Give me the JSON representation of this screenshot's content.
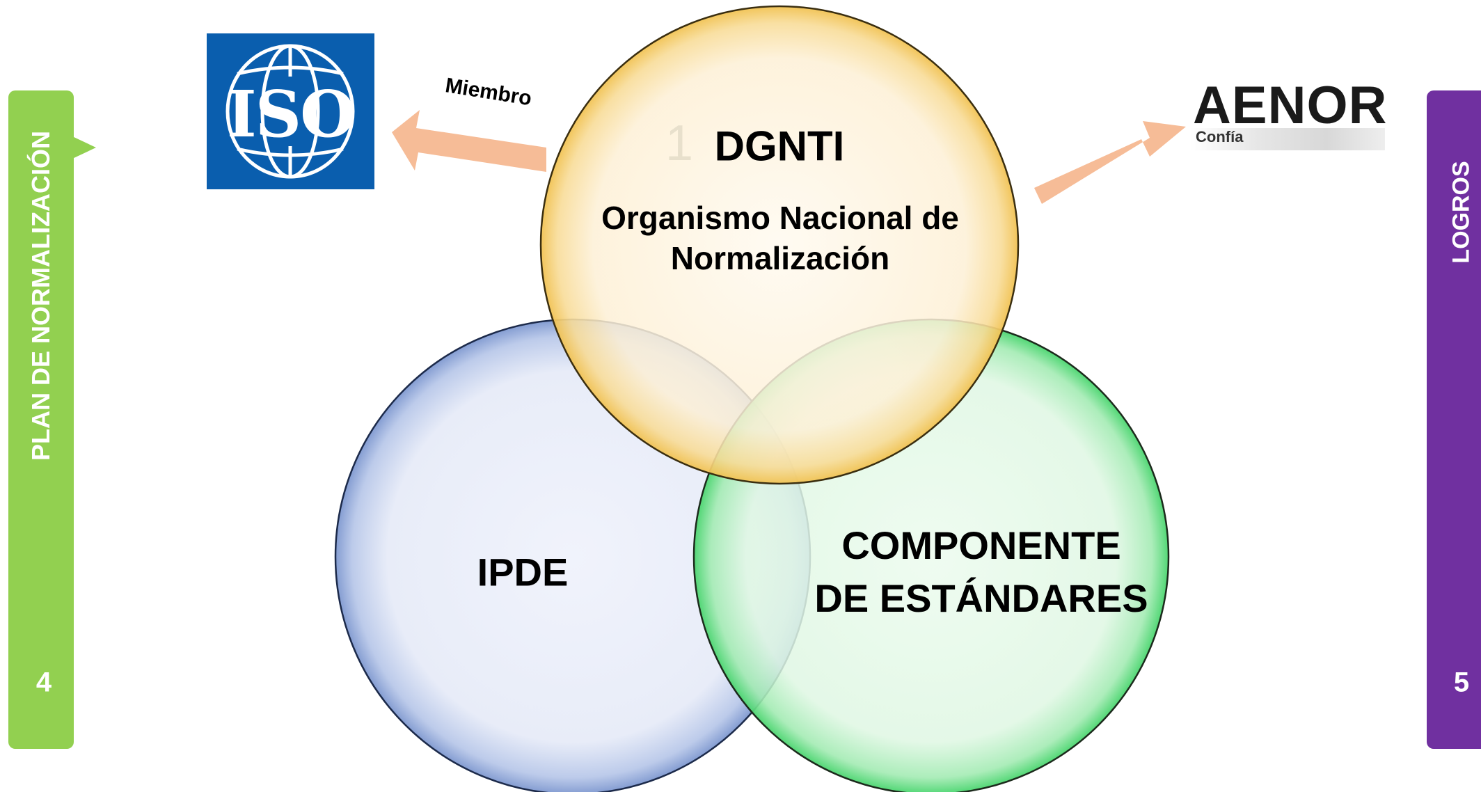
{
  "side_tabs": {
    "left": {
      "title": "PLAN DE NORMALIZACIÓN",
      "number": "4",
      "color": "#92d050"
    },
    "right": {
      "title": "LOGROS",
      "number": "5",
      "color": "#7030a0"
    }
  },
  "circles": {
    "top": {
      "ghost_number": "1",
      "title": "DGNTI",
      "subtitle": "Organismo Nacional de Normalización",
      "fill": "#fdf3df",
      "stroke": "#f2c14e"
    },
    "bottom_left": {
      "title": "IPDE",
      "fill": "#e8ecf8",
      "stroke": "#7e98cf"
    },
    "bottom_right": {
      "title": "COMPONENTE DE ESTÁNDARES",
      "fill": "#e3f8e6",
      "stroke": "#46d46b"
    }
  },
  "arrows": {
    "left_label": "Miembro",
    "color": "#f6bc97"
  },
  "logos": {
    "iso": {
      "text": "ISO",
      "color": "#0a5eae"
    },
    "aenor": {
      "text": "AENOR",
      "subtext": "Confía"
    }
  }
}
